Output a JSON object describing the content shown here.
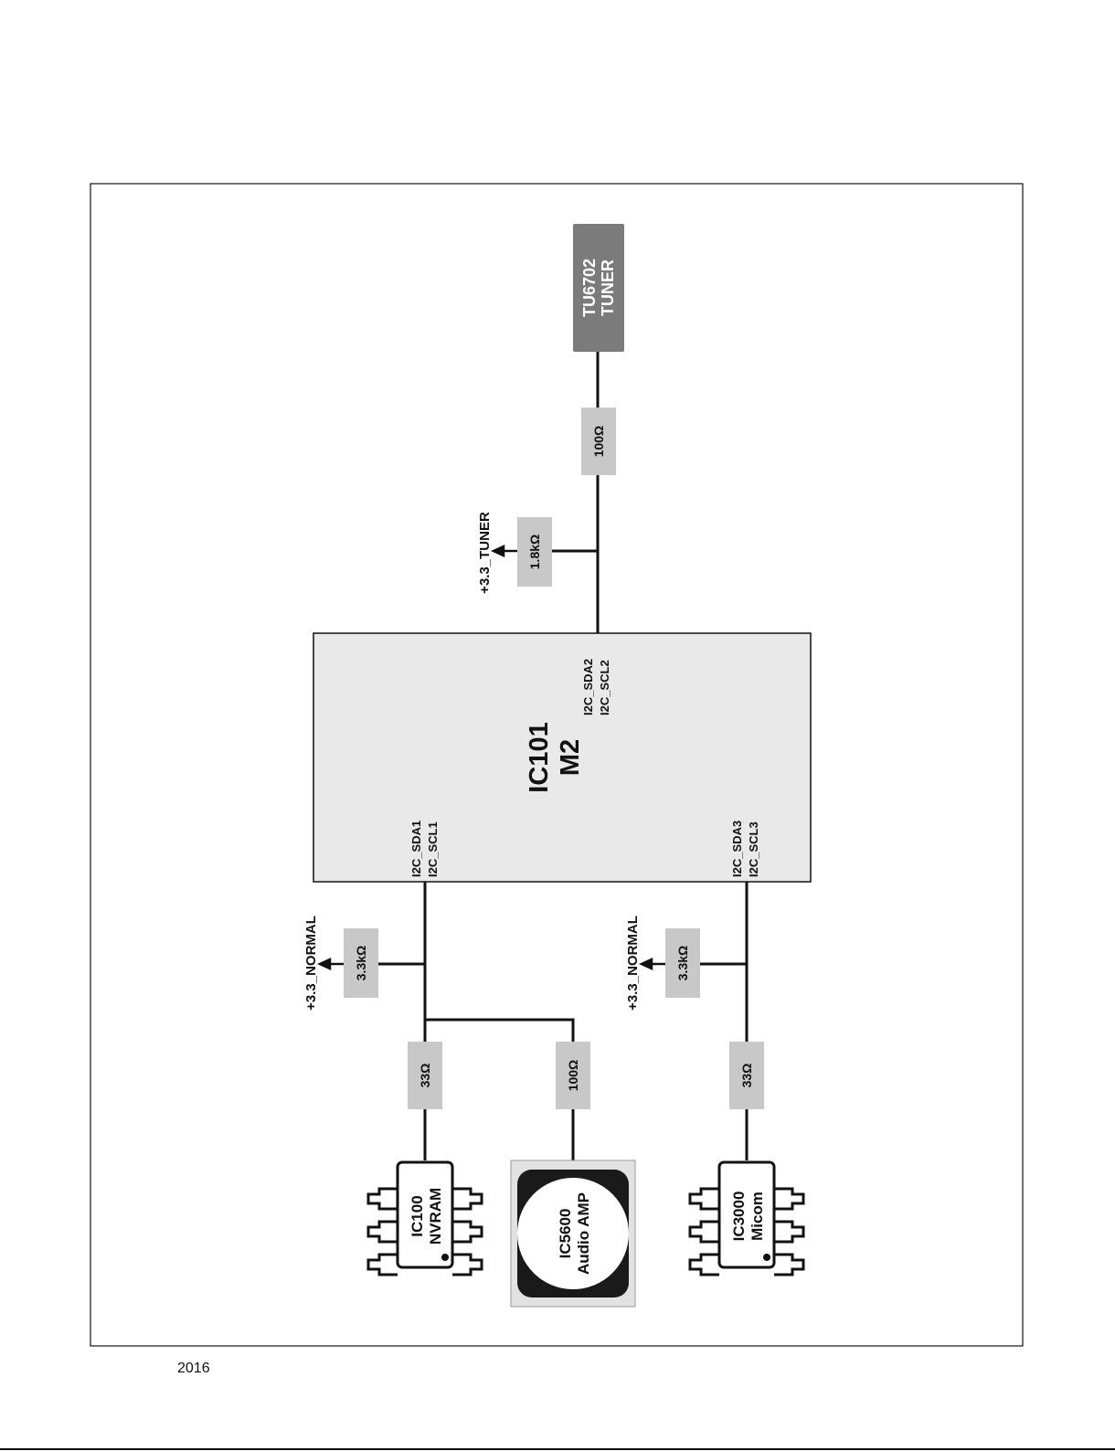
{
  "main_ic": {
    "designator": "IC101",
    "name": "M2"
  },
  "tuner": {
    "designator": "TU6702",
    "name": "TUNER"
  },
  "nvram": {
    "designator": "IC100",
    "name": "NVRAM"
  },
  "audio_amp": {
    "designator": "IC5600",
    "name": "Audio AMP"
  },
  "micom": {
    "designator": "IC3000",
    "name": "Micom"
  },
  "buses": {
    "bus1": {
      "sda": "I2C_SDA1",
      "scl": "I2C_SCL1"
    },
    "bus2": {
      "sda": "I2C_SDA2",
      "scl": "I2C_SCL2"
    },
    "bus3": {
      "sda": "I2C_SDA3",
      "scl": "I2C_SCL3"
    }
  },
  "resistors": {
    "tuner_series": "100Ω",
    "tuner_pullup": "1.8kΩ",
    "bus1_pullup": "3.3kΩ",
    "nvram_series": "33Ω",
    "amp_series": "100Ω",
    "bus3_pullup": "3.3kΩ",
    "micom_series": "33Ω"
  },
  "rails": {
    "tuner": "+3.3_TUNER",
    "bus1": "+3.3_NORMAL",
    "bus3": "+3.3_NORMAL"
  },
  "footer": {
    "year": "2016"
  },
  "colors": {
    "line": "#111111",
    "resistor_fill": "#c8c8c8",
    "ic_fill": "#e9e9e9",
    "tuner_fill": "#7b7b7b",
    "amp_outer": "#e2e2e2"
  }
}
